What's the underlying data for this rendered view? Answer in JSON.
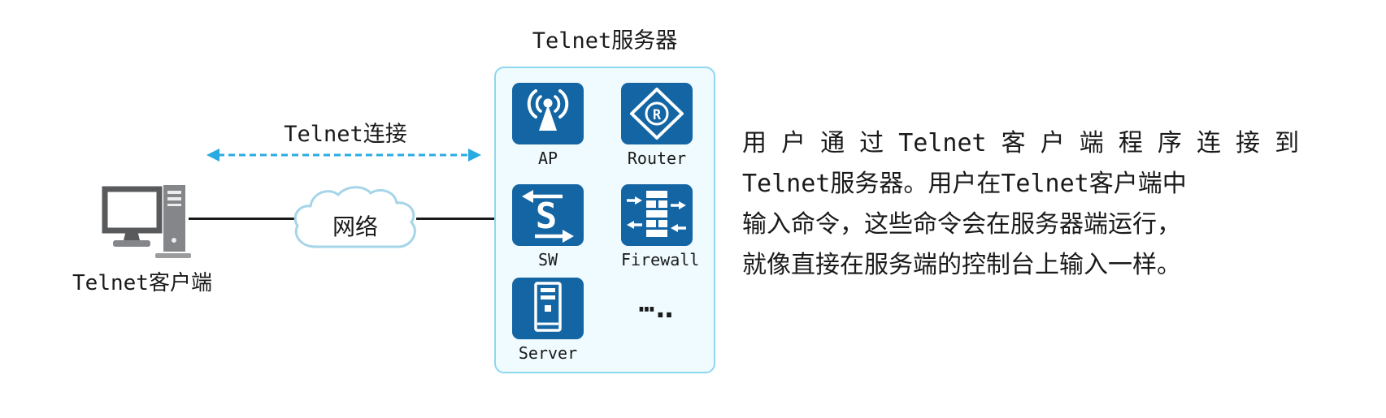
{
  "client": {
    "label": "Telnet客户端",
    "icon": "desktop-computer-icon"
  },
  "network_cloud": {
    "label": "网络",
    "icon": "cloud-icon"
  },
  "telnet_connection": {
    "label": "Telnet连接",
    "arrow": "double-headed-dashed-arrow"
  },
  "server_group": {
    "title": "Telnet服务器",
    "devices": [
      {
        "icon": "wireless-ap-icon",
        "label": "AP"
      },
      {
        "icon": "router-icon",
        "label": "Router",
        "glyph": "R"
      },
      {
        "icon": "switch-icon",
        "label": "SW",
        "glyph": "S"
      },
      {
        "icon": "firewall-icon",
        "label": "Firewall"
      },
      {
        "icon": "server-icon",
        "label": "Server"
      },
      {
        "icon": "ellipsis-more-devices-icon",
        "label": "⋯‥"
      }
    ]
  },
  "description": {
    "lines": [
      "用 户 通 过 Telnet 客 户 端 程 序 连 接 到",
      "Telnet服务器。用户在Telnet客户端中",
      "输入命令，这些命令会在服务器端运行，",
      "就像直接在服务端的控制台上输入一样。"
    ]
  },
  "colors": {
    "device_blue": "#1465a4",
    "box_border": "#8ed7ee",
    "box_background": "#effbfe",
    "arrow_blue": "#29abe2",
    "line_black": "#1a1a1a",
    "computer_gray": "#848689"
  }
}
